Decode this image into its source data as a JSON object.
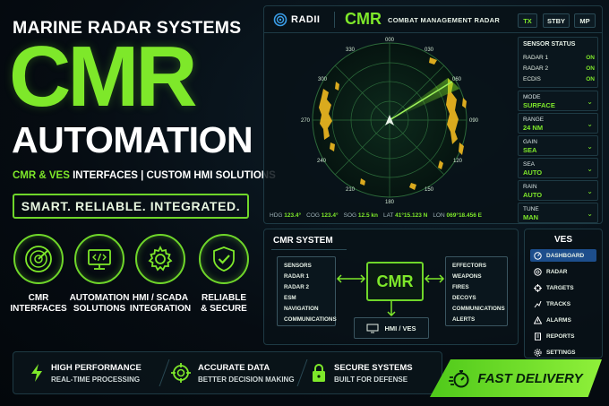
{
  "hero": {
    "eyebrow": "MARINE RADAR SYSTEMS",
    "title": "CMR",
    "subtitle": "AUTOMATION",
    "interfaces_green": "CMR & VES",
    "interfaces_rest": "INTERFACES | CUSTOM HMI SOLUTIONS",
    "tagline": "SMART. RELIABLE. INTEGRATED."
  },
  "features": [
    {
      "line1": "CMR",
      "line2": "INTERFACES",
      "icon": "radar-icon"
    },
    {
      "line1": "AUTOMATION",
      "line2": "SOLUTIONS",
      "icon": "code-monitor-icon"
    },
    {
      "line1": "HMI / SCADA",
      "line2": "INTEGRATION",
      "icon": "gear-icon"
    },
    {
      "line1": "RELIABLE",
      "line2": "& SECURE",
      "icon": "shield-check-icon"
    }
  ],
  "radar": {
    "brand": "RADII",
    "app": "CMR",
    "app_sub": "COMBAT MANAGEMENT RADAR",
    "buttons": [
      "TX",
      "STBY",
      "MP"
    ],
    "bearings": [
      "000",
      "030",
      "060",
      "090",
      "120",
      "150",
      "180",
      "210",
      "240",
      "270",
      "300",
      "330"
    ],
    "footer": [
      {
        "k": "HDG",
        "v": "123.4°"
      },
      {
        "k": "COG",
        "v": "123.4°"
      },
      {
        "k": "SOG",
        "v": "12.5 kn"
      },
      {
        "k": "LAT",
        "v": "41°15.123 N"
      },
      {
        "k": "LON",
        "v": "069°18.456 E"
      }
    ],
    "sensor_status": {
      "title": "SENSOR STATUS",
      "rows": [
        {
          "name": "RADAR 1",
          "state": "ON"
        },
        {
          "name": "RADAR 2",
          "state": "ON"
        },
        {
          "name": "ECDIS",
          "state": "ON"
        }
      ]
    },
    "controls": [
      {
        "label": "MODE",
        "value": "SURFACE"
      },
      {
        "label": "RANGE",
        "value": "24 NM"
      },
      {
        "label": "GAIN",
        "value": "SEA"
      },
      {
        "label": "SEA",
        "value": "AUTO"
      },
      {
        "label": "RAIN",
        "value": "AUTO"
      },
      {
        "label": "TUNE",
        "value": "MAN"
      }
    ]
  },
  "system": {
    "title": "CMR SYSTEM",
    "sensors": [
      "SENSORS",
      "RADAR 1",
      "RADAR 2",
      "ESM",
      "NAVIGATION",
      "COMMUNICATIONS"
    ],
    "core": "CMR",
    "effectors": [
      "EFFECTORS",
      "WEAPONS",
      "FIRES",
      "DECOYS",
      "COMMUNICATIONS",
      "ALERTS"
    ],
    "hmi": "HMI / VES"
  },
  "ves": {
    "title": "VES",
    "items": [
      {
        "label": "DASHBOARD",
        "icon": "dashboard-icon",
        "active": true
      },
      {
        "label": "RADAR",
        "icon": "radar-small-icon"
      },
      {
        "label": "TARGETS",
        "icon": "crosshair-icon"
      },
      {
        "label": "TRACKS",
        "icon": "tracks-icon"
      },
      {
        "label": "ALARMS",
        "icon": "warning-icon"
      },
      {
        "label": "REPORTS",
        "icon": "reports-icon"
      },
      {
        "label": "SETTINGS",
        "icon": "settings-icon"
      }
    ]
  },
  "bottom": [
    {
      "t1": "HIGH PERFORMANCE",
      "t2": "REAL-TIME PROCESSING",
      "icon": "lightning-icon"
    },
    {
      "t1": "ACCURATE DATA",
      "t2": "BETTER DECISION MAKING",
      "icon": "target-icon"
    },
    {
      "t1": "SECURE SYSTEMS",
      "t2": "BUILT FOR DEFENSE",
      "icon": "lock-icon"
    }
  ],
  "fast_delivery": "FAST DELIVERY",
  "colors": {
    "accent": "#7ee82a",
    "panel_border": "#1e3a44",
    "active_blue": "#1d4e8c"
  }
}
